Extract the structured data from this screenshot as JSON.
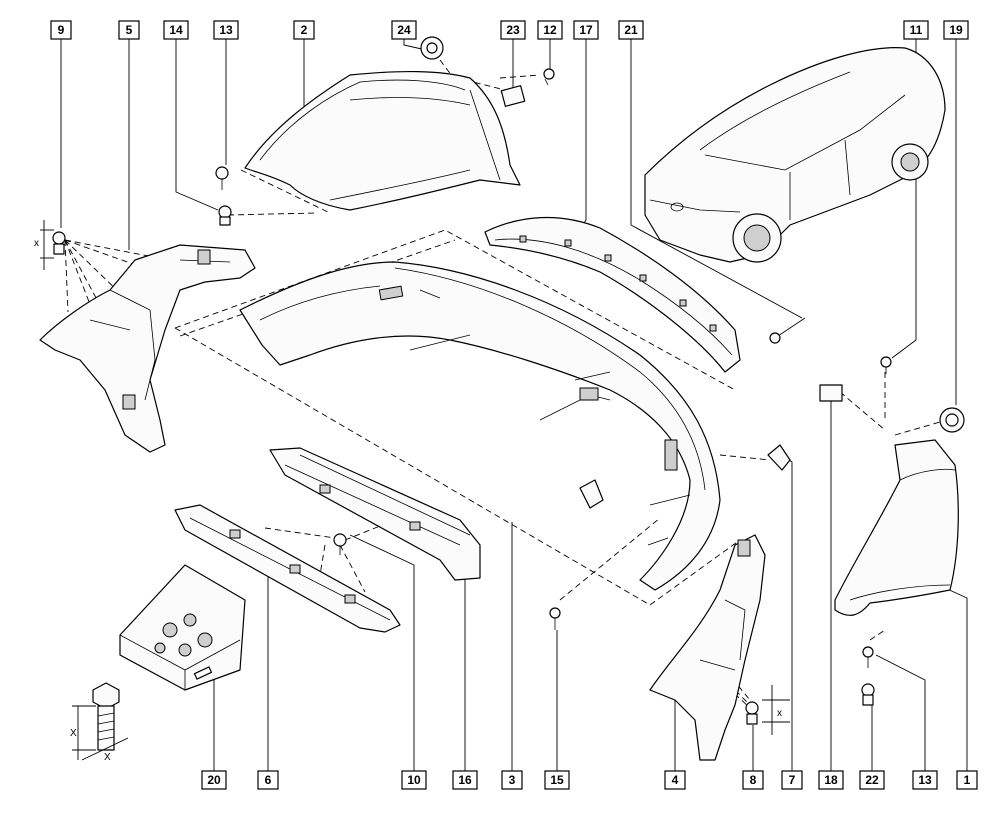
{
  "callouts": {
    "top": [
      "9",
      "5",
      "14",
      "13",
      "2",
      "24",
      "23",
      "12",
      "17",
      "21",
      "11",
      "19"
    ],
    "bottom": [
      "20",
      "6",
      "10",
      "16",
      "3",
      "15",
      "4",
      "8",
      "7",
      "18",
      "22",
      "13",
      "1"
    ]
  },
  "dimension_marks": {
    "screw_top_left": "x",
    "screw_bottom_right": "x",
    "bolt_height": "X",
    "bolt_diameter": "X"
  }
}
